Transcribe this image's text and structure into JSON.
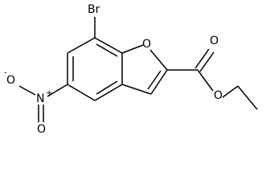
{
  "molecule": {
    "atoms": {
      "bromine": "Br",
      "ring_oxygen": "O",
      "nitro_nitrogen": "N",
      "nitro_charge_plus": "+",
      "nitro_oxygen_left": "O",
      "nitro_charge_minus": "-",
      "nitro_oxygen_bottom": "O",
      "carbonyl_oxygen": "O",
      "ester_oxygen": "O"
    },
    "colors": {
      "bond": "#000000",
      "label": "#000000",
      "background": "#ffffff"
    }
  }
}
